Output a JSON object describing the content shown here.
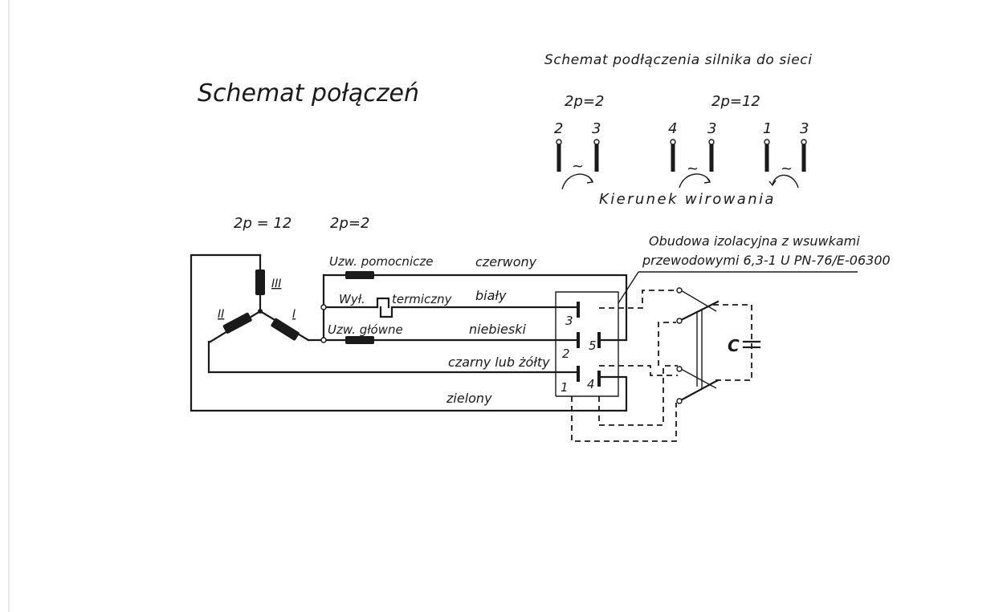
{
  "title": "Schemat połączeń",
  "connection_title": "Schemat podłączenia silnika do sieci",
  "pole_labels": {
    "top_2p2": "2p=2",
    "top_2p12": "2p=12",
    "left_2p12": "2p = 12",
    "left_2p2": "2p=2"
  },
  "terminals_top": [
    "2",
    "3",
    "4",
    "3",
    "1",
    "3"
  ],
  "tilde": "~",
  "rotation_label": "Kierunek wirowania",
  "housing_note": {
    "line1": "Obudowa izolacyjna z wsuwkami",
    "line2": "przewodowymi 6,3-1 U PN-76/E-06300"
  },
  "winding_labels": [
    "III",
    "II",
    "I"
  ],
  "component_labels": {
    "aux_winding": "Uzw. pomocnicze",
    "thermal_left": "Wył.",
    "thermal_right": "termiczny",
    "main_winding": "Uzw. główne"
  },
  "wire_colors": {
    "red": "czerwony",
    "white": "biały",
    "blue": "niebieski",
    "black_yellow": "czarny lub żółty",
    "green": "zielony"
  },
  "terminal_numbers": [
    "3",
    "5",
    "2",
    "1",
    "4"
  ],
  "capacitor_label": "C"
}
